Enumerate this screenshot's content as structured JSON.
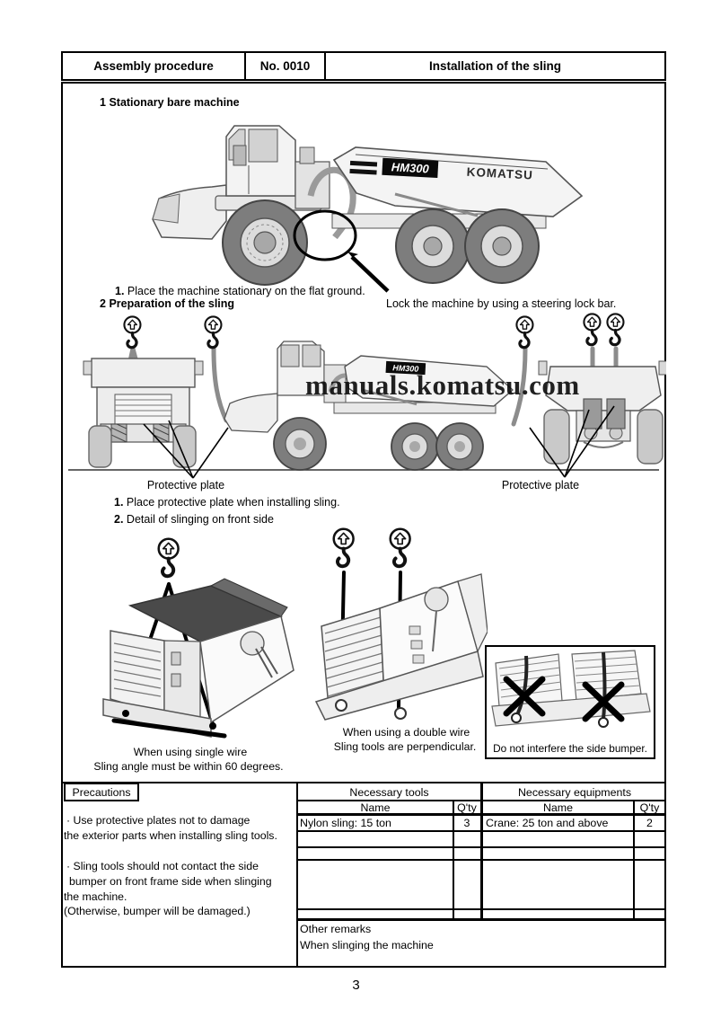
{
  "header": {
    "doc_type": "Assembly procedure",
    "doc_no": "No. 0010",
    "title": "Installation of the sling"
  },
  "watermark": "manuals.komatsu.com",
  "truck": {
    "model": "HM300",
    "brand": "KOMATSU"
  },
  "section1": {
    "number": "1",
    "title": "Stationary bare machine",
    "step1_no": "1.",
    "step1_text": "Place the machine stationary on the flat ground.",
    "lock_note": "Lock the machine by using a steering lock bar."
  },
  "section2": {
    "number": "2",
    "title": "Preparation of the sling",
    "label_left": "Protective plate",
    "label_right": "Protective plate",
    "step1_no": "1.",
    "step1_text": "Place protective plate when installing sling.",
    "step2_no": "2.",
    "step2_text": "Detail of slinging on front side",
    "caption_single_1": "When using single wire",
    "caption_single_2": "Sling angle must be within 60 degrees.",
    "caption_double_1": "When using a double wire",
    "caption_double_2": "Sling tools are perpendicular.",
    "caption_warning": "Do not interfere the side bumper."
  },
  "precautions": {
    "title": "Precautions",
    "lines": [
      "· Use protective plates not to damage",
      "the exterior parts when installing sling tools.",
      "· Sling tools should not contact the side",
      "bumper on front frame side when slinging",
      "the machine.",
      "(Otherwise, bumper will be damaged.)"
    ]
  },
  "tables": {
    "tools": {
      "title": "Necessary tools",
      "col_name": "Name",
      "col_qty": "Q'ty",
      "row1_name": "Nylon sling: 15 ton",
      "row1_qty": "3"
    },
    "equipments": {
      "title": "Necessary equipments",
      "col_name": "Name",
      "col_qty": "Q'ty",
      "row1_name": "Crane: 25 ton and above",
      "row1_qty": "2"
    },
    "other_remarks_title": "Other remarks",
    "other_remarks_text": "When slinging the machine"
  },
  "page_number": "3"
}
